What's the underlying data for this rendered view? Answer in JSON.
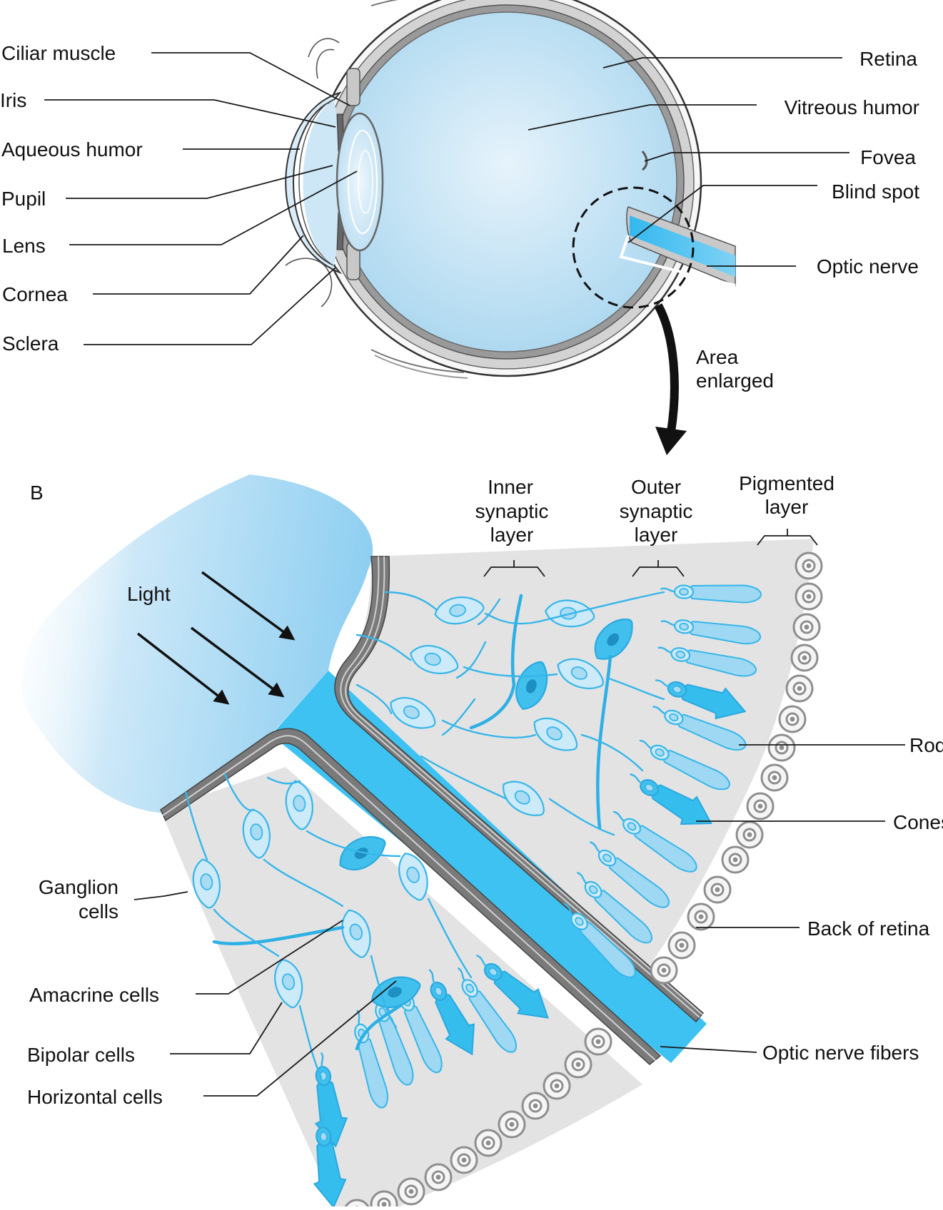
{
  "panel_b_label": "B",
  "eye_labels_left": {
    "ciliar_muscle": "Ciliar muscle",
    "iris": "Iris",
    "aqueous_humor": "Aqueous humor",
    "pupil": "Pupil",
    "lens": "Lens",
    "cornea": "Cornea",
    "sclera": "Sclera"
  },
  "eye_labels_right": {
    "retina": "Retina",
    "vitreous_humor": "Vitreous humor",
    "fovea": "Fovea",
    "blind_spot": "Blind spot",
    "optic_nerve": "Optic nerve"
  },
  "area_enlarged": {
    "line1": "Area",
    "line2": "enlarged"
  },
  "light_label": "Light",
  "layer_labels": {
    "inner": [
      "Inner",
      "synaptic",
      "layer"
    ],
    "outer": [
      "Outer",
      "synaptic",
      "layer"
    ],
    "pigmented": [
      "Pigmented",
      "layer"
    ]
  },
  "retina_labels": {
    "rods": "Rods",
    "cones": "Cones",
    "back_of_retina": "Back of retina",
    "optic_nerve_fibers": "Optic nerve fibers",
    "ganglion": [
      "Ganglion",
      "cells"
    ],
    "amacrine": "Amacrine cells",
    "bipolar": "Bipolar cells",
    "horizontal": "Horizontal cells"
  },
  "colors": {
    "blue_light": "#cdeaf8",
    "blue_mid": "#36b6ea",
    "blue_dark": "#2aa9df",
    "gray_bg": "#e3e3e3",
    "wall_gray": "#7d7d7d"
  }
}
